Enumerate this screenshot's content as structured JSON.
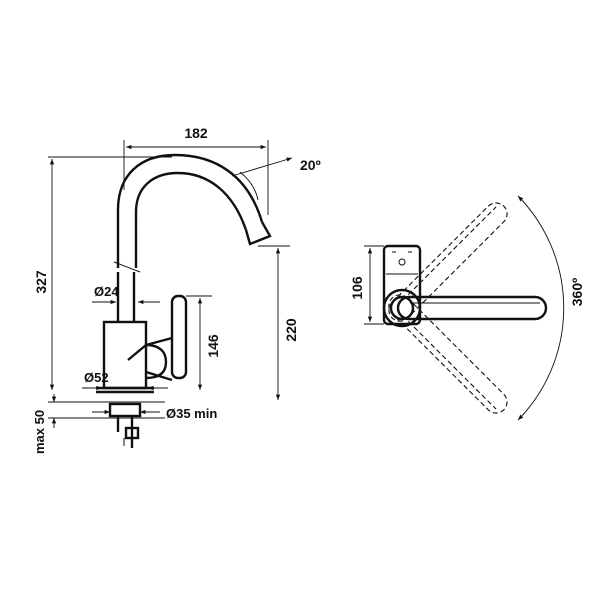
{
  "dimensions": {
    "spout_reach": "182",
    "spout_angle": "20º",
    "total_height": "327",
    "spout_height": "220",
    "lever_height": "146",
    "spout_diameter": "Ø24",
    "base_diameter": "Ø52",
    "hole_diameter": "Ø35 min",
    "max_thickness": "max 50",
    "top_width": "106",
    "rotation": "360º"
  }
}
